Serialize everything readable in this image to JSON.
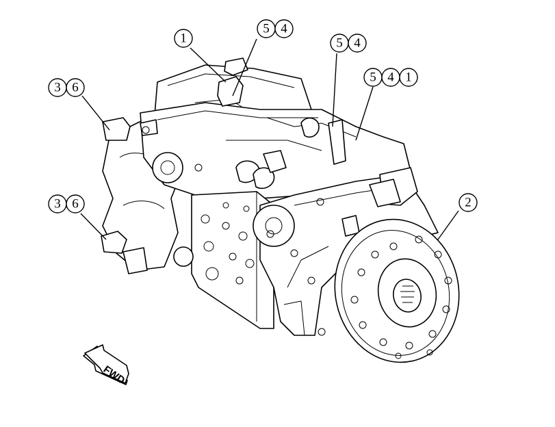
{
  "figure": {
    "callouts": [
      {
        "id": "c-1-top",
        "labels": [
          "1"
        ]
      },
      {
        "id": "c-5-4-top",
        "labels": [
          "5",
          "4"
        ]
      },
      {
        "id": "c-5-4-mid",
        "labels": [
          "5",
          "4"
        ]
      },
      {
        "id": "c-5-4-1",
        "labels": [
          "5",
          "4",
          "1"
        ]
      },
      {
        "id": "c-3-6-upper",
        "labels": [
          "3",
          "6"
        ]
      },
      {
        "id": "c-3-6-lower",
        "labels": [
          "3",
          "6"
        ]
      },
      {
        "id": "c-2",
        "labels": [
          "2"
        ]
      }
    ],
    "direction_arrow": {
      "label": "FWD"
    }
  }
}
